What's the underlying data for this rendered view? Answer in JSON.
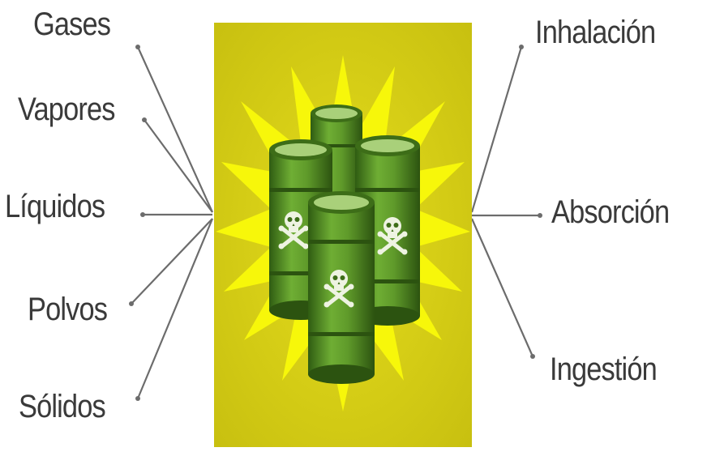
{
  "forms": [
    {
      "label": "Gases"
    },
    {
      "label": "Vapores"
    },
    {
      "label": "Líquidos"
    },
    {
      "label": "Polvos"
    },
    {
      "label": "Sólidos"
    }
  ],
  "routes": [
    {
      "label": "Inhalación"
    },
    {
      "label": "Absorción"
    },
    {
      "label": "Ingestión"
    }
  ],
  "colors": {
    "panel": "#d2cb12",
    "burst": "#f7f70a",
    "barrel": "#5f9a2a",
    "barrel_dark": "#3d6d18",
    "lines": "#6c6c6c",
    "text": "#3a3a3a"
  },
  "icons": [
    "toxic-barrels-icon",
    "skull-crossbones-icon",
    "explosion-burst-icon"
  ]
}
